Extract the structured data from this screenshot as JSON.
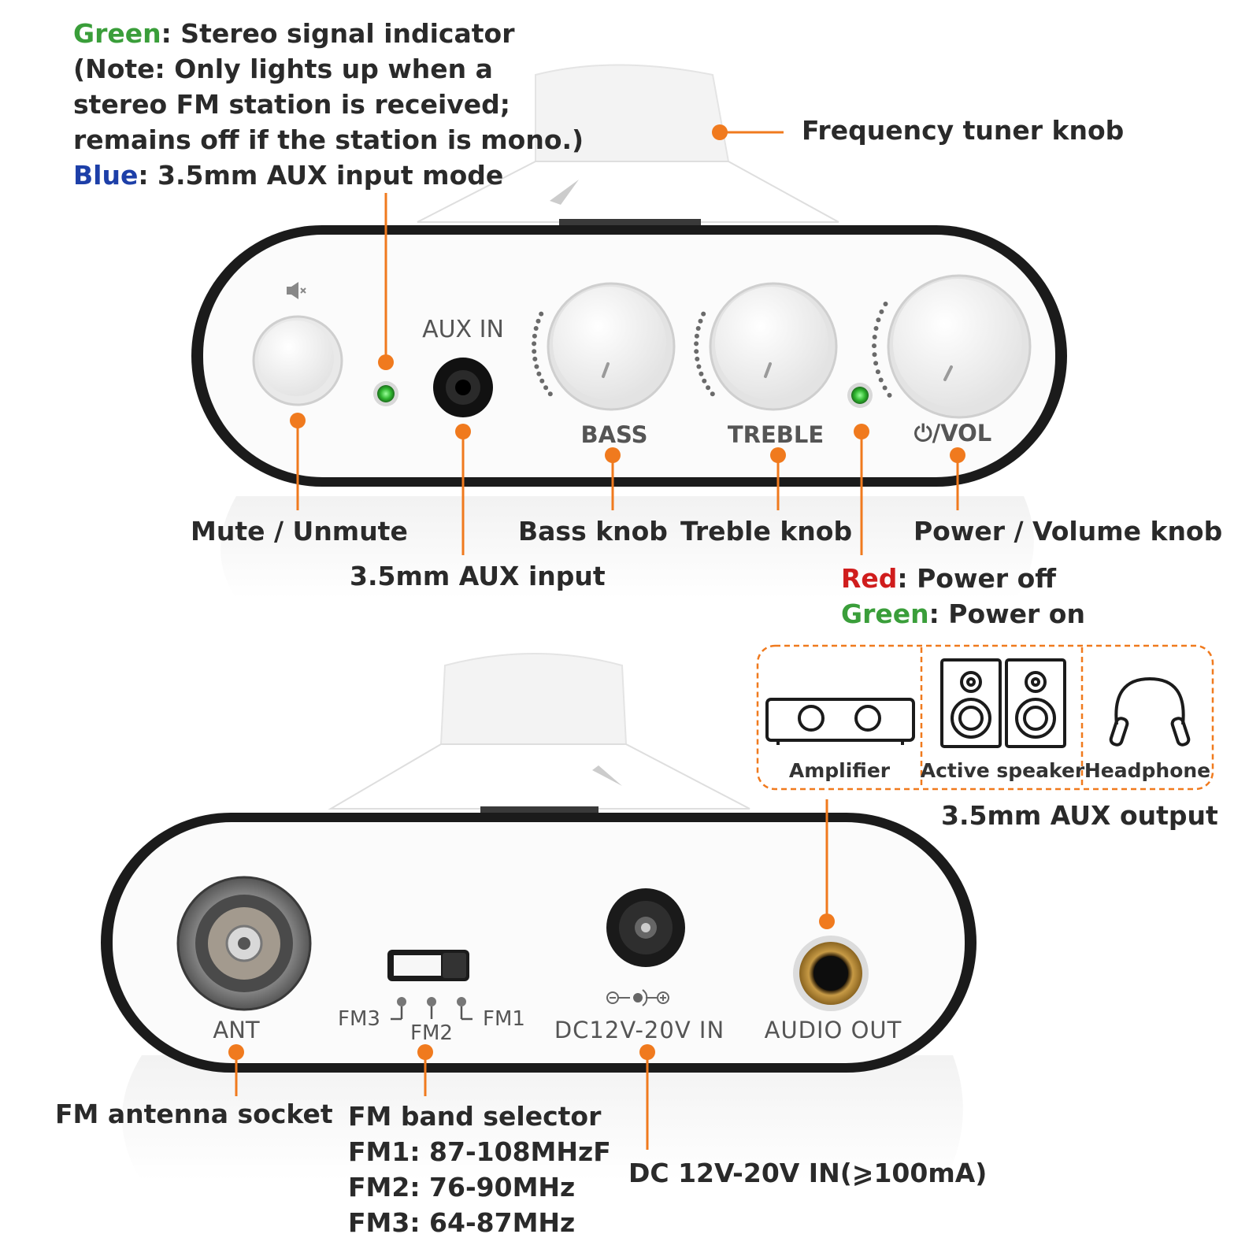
{
  "front": {
    "indicator_green_word": "Green",
    "indicator_green_desc": ": Stereo signal indicator",
    "indicator_note_1": "(Note: Only lights up when a",
    "indicator_note_2": "stereo FM station is received;",
    "indicator_note_3": "remains off if the station is mono.)",
    "indicator_blue_word": "Blue",
    "indicator_blue_desc": ": 3.5mm AUX input mode",
    "tuner_label": "Frequency tuner knob",
    "aux_in_print": "AUX IN",
    "bass_print": "BASS",
    "treble_print": "TREBLE",
    "vol_print": "⏻/VOL",
    "mute_label": "Mute / Unmute",
    "aux_input_label": "3.5mm AUX input",
    "bass_label": "Bass knob",
    "treble_label": "Treble knob",
    "power_label": "Power / Volume knob",
    "power_red_word": "Red",
    "power_red_desc": ": Power off",
    "power_green_word": "Green",
    "power_green_desc": ": Power on"
  },
  "outputs": {
    "amplifier": "Amplifier",
    "active_speaker": "Active speaker",
    "headphone": "Headphone",
    "caption": "3.5mm AUX output"
  },
  "back": {
    "ant_print": "ANT",
    "fm3_print": "FM3",
    "fm2_print": "FM2",
    "fm1_print": "FM1",
    "dc_print": "DC12V-20V IN",
    "audio_out_print": "AUDIO OUT",
    "antenna_label": "FM antenna socket",
    "band_label": "FM band selector",
    "band_fm1": "FM1: 87-108MHzF",
    "band_fm2": "FM2: 76-90MHz",
    "band_fm3": "FM3:  64-87MHz",
    "dc_label": "DC 12V-20V IN(⩾100mA)"
  },
  "colors": {
    "callout": "#f07a1e",
    "led_green": "#3ec23e",
    "panel_border": "#1b1b1b"
  }
}
